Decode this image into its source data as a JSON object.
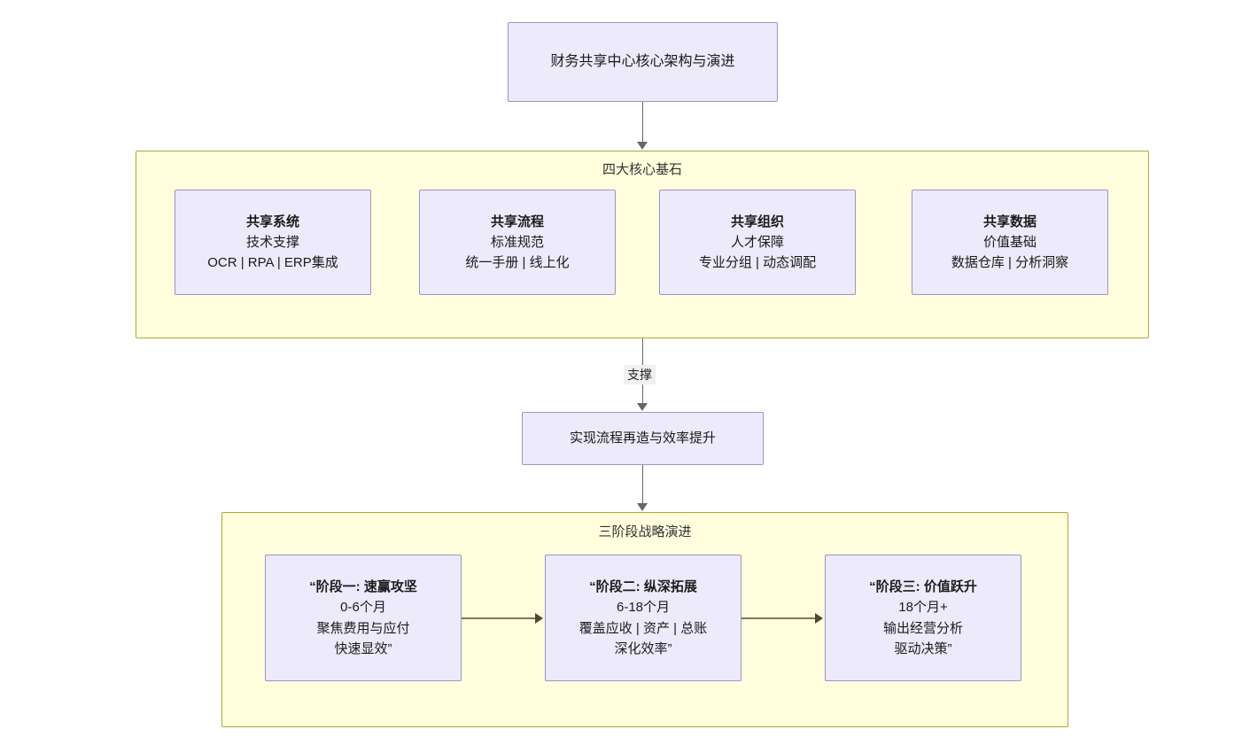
{
  "diagram": {
    "title_node": {
      "lines": [
        "财务共享中心核心架构与演进"
      ]
    },
    "cornerstones": {
      "cluster_label": "四大核心基石",
      "pillars": [
        {
          "title": "共享系统",
          "subtitle": "技术支撑",
          "detail": "OCR | RPA | ERP集成"
        },
        {
          "title": "共享流程",
          "subtitle": "标准规范",
          "detail": "统一手册 | 线上化"
        },
        {
          "title": "共享组织",
          "subtitle": "人才保障",
          "detail": "专业分组 | 动态调配"
        },
        {
          "title": "共享数据",
          "subtitle": "价值基础",
          "detail": "数据仓库 | 分析洞察"
        }
      ]
    },
    "support_edge_label": "支撑",
    "mid_node": {
      "label": "实现流程再造与效率提升"
    },
    "phases": {
      "cluster_label": "三阶段战略演进",
      "items": [
        {
          "title": "“阶段一: 速赢攻坚",
          "duration": "0-6个月",
          "scope": "聚焦费用与应付",
          "outcome": "快速显效”"
        },
        {
          "title": "“阶段二: 纵深拓展",
          "duration": "6-18个月",
          "scope": "覆盖应收 | 资产 | 总账",
          "outcome": "深化效率”"
        },
        {
          "title": "“阶段三: 价值跃升",
          "duration": "18个月+",
          "scope": "输出经营分析",
          "outcome": "驱动决策”"
        }
      ]
    },
    "colors": {
      "node_fill": "#ECEAFB",
      "node_border": "#9D93C6",
      "cluster_fill": "#FFFFDE",
      "cluster_border": "#AAAA33",
      "edge_stroke": "#66666B",
      "edge_stroke_olive": "#7A7A4F",
      "edge_label_bg": "#F0F0F0"
    }
  }
}
